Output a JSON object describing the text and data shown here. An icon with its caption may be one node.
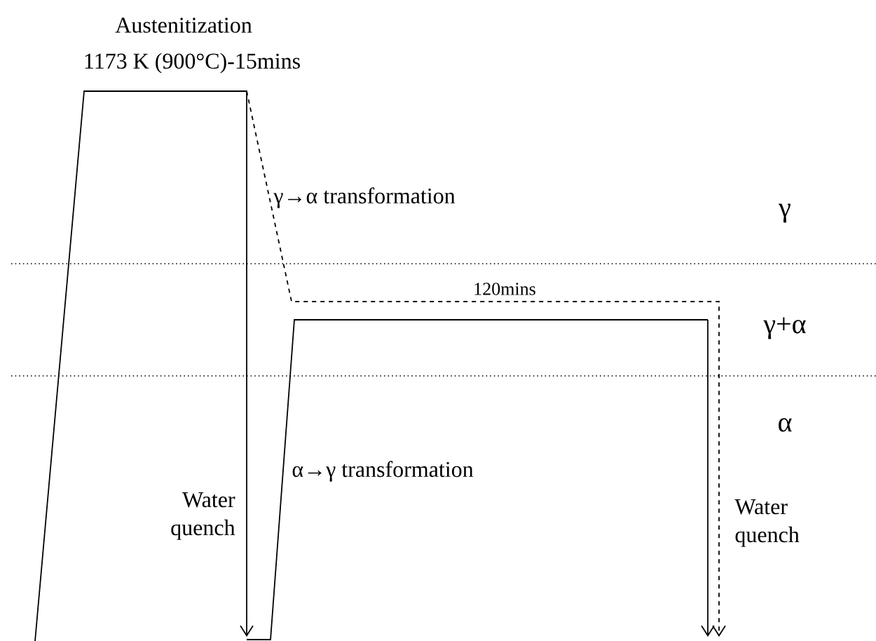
{
  "diagram": {
    "labels": [
      "Austenitization",
      "1173 K (900°C)-15mins",
      "γ→α transformation",
      "γ",
      "120mins",
      "γ+α",
      "α",
      "α→γ transformation",
      "Water quench",
      "Water quench"
    ]
  }
}
